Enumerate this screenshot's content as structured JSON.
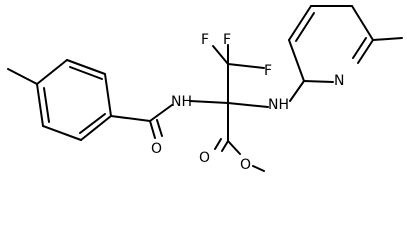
{
  "molecule": {
    "atoms": {
      "F1": "F",
      "F2": "F",
      "F3": "F",
      "NH_amide": "NH",
      "NH_amine": "NH",
      "N_ring": "N",
      "O_carbonyl_amide": "O",
      "O_carbonyl_ester": "O",
      "O_ester": "O"
    },
    "colors": {
      "bond": "#000000",
      "label": "#000000",
      "background": "#ffffff"
    }
  }
}
